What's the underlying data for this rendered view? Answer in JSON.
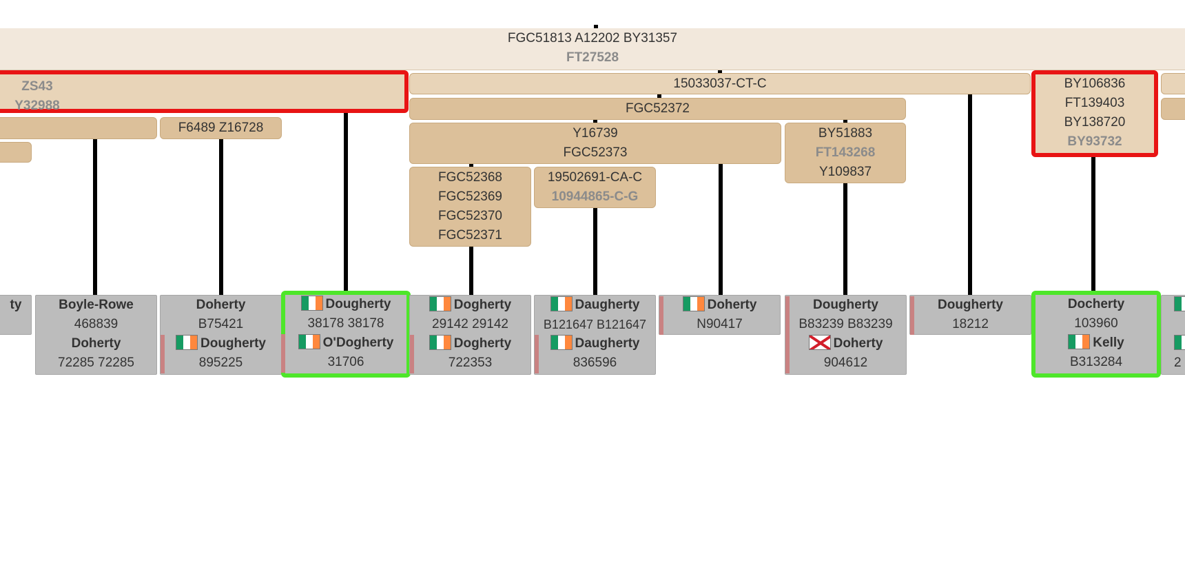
{
  "header": {
    "line1": "FGC51813 A12202 BY31357",
    "line2": "FT27528"
  },
  "snps": {
    "zs43": {
      "line1": "ZS43",
      "line2": "Y32988"
    },
    "f6489": "F6489 Z16728",
    "ct15033037": "15033037-CT-C",
    "fgc52372": "FGC52372",
    "y16739": {
      "line1": "Y16739",
      "line2": "FGC52373"
    },
    "by51883": {
      "line1": "BY51883",
      "line2": "FT143268",
      "line3": "Y109837"
    },
    "fgc52368": [
      "FGC52368",
      "FGC52369",
      "FGC52370",
      "FGC52371"
    ],
    "ca19502691": {
      "line1": "19502691-CA-C",
      "line2": "10944865-C-G"
    },
    "by106836": {
      "line1": "BY106836",
      "line2": "FT139403",
      "line3": "BY138720",
      "line4": "BY93732"
    }
  },
  "tips": {
    "t0": {
      "name": "ty"
    },
    "t1": {
      "name1": "Boyle-Rowe",
      "id1": "468839",
      "name2": "Doherty",
      "id2": "72285 72285"
    },
    "t2": {
      "name1": "Doherty",
      "id1": "B75421",
      "name2": "Dougherty",
      "id2": "895225"
    },
    "t3": {
      "name1": "Dougherty",
      "id1": "38178 38178",
      "name2": "O'Dogherty",
      "id2": "31706"
    },
    "t4": {
      "name1": "Dogherty",
      "id1": "29142 29142",
      "name2": "Dogherty",
      "id2": "722353"
    },
    "t5": {
      "name1": "Daugherty",
      "id1": "B121647 B121647",
      "name2": "Daugherty",
      "id2": "836596"
    },
    "t6": {
      "name1": "Doherty",
      "id1": "N90417"
    },
    "t7": {
      "name1": "Dougherty",
      "id1": "B83239 B83239",
      "name2": "Doherty",
      "id2": "904612"
    },
    "t8": {
      "name1": "Dougherty",
      "id1": "18212"
    },
    "t9": {
      "name1": "Docherty",
      "id1": "103960",
      "name2": "Kelly",
      "id2": "B313284"
    },
    "t10": {
      "id1": "2"
    }
  },
  "flags": {
    "ireland": "ireland-flag-icon",
    "st_patrick": "st-patricks-saltire-icon"
  },
  "colors": {
    "highlight_red": "#e81414",
    "highlight_green": "#4ee62a",
    "snp_fill": "#dcc09a",
    "tip_fill": "#bcbcbc"
  }
}
